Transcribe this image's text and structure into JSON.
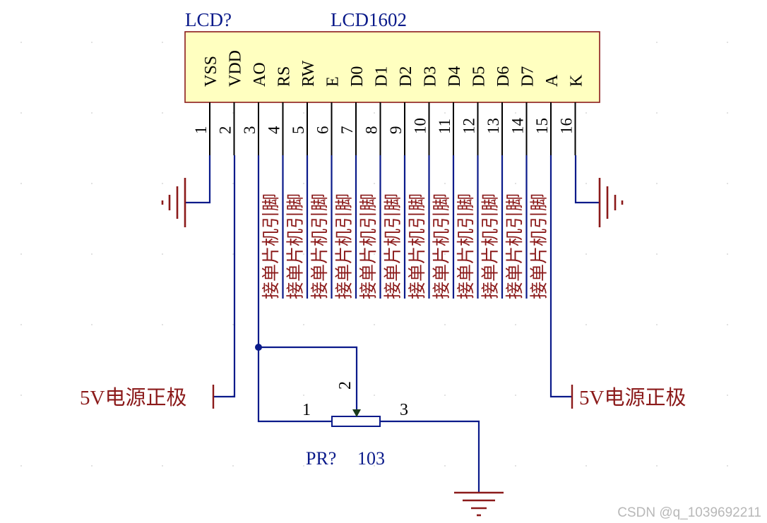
{
  "lcd": {
    "designator": "LCD?",
    "part": "LCD1602",
    "body_color": "#ffffc0",
    "pins": [
      {
        "number": "1",
        "name": "VSS"
      },
      {
        "number": "2",
        "name": "VDD"
      },
      {
        "number": "3",
        "name": "AO"
      },
      {
        "number": "4",
        "name": "RS"
      },
      {
        "number": "5",
        "name": "RW"
      },
      {
        "number": "6",
        "name": "E"
      },
      {
        "number": "7",
        "name": "D0"
      },
      {
        "number": "8",
        "name": "D1"
      },
      {
        "number": "9",
        "name": "D2"
      },
      {
        "number": "10",
        "name": "D3"
      },
      {
        "number": "11",
        "name": "D4"
      },
      {
        "number": "12",
        "name": "D5"
      },
      {
        "number": "13",
        "name": "D6"
      },
      {
        "number": "14",
        "name": "D7"
      },
      {
        "number": "15",
        "name": "A"
      },
      {
        "number": "16",
        "name": "K"
      }
    ]
  },
  "mcu_net_label": "接单片机引脚",
  "power_labels": {
    "left": "5V电源正极",
    "right": "5V电源正极"
  },
  "potentiometer": {
    "designator": "PR?",
    "value": "103",
    "pin1": "1",
    "pin2": "2",
    "pin3": "3"
  },
  "watermark": "CSDN @q_1039692211",
  "colors": {
    "wire": "#0a1a8a",
    "power_symbol": "#8b1a1a",
    "label_text": "#8b1a1a",
    "component_body": "#ffffc0"
  }
}
